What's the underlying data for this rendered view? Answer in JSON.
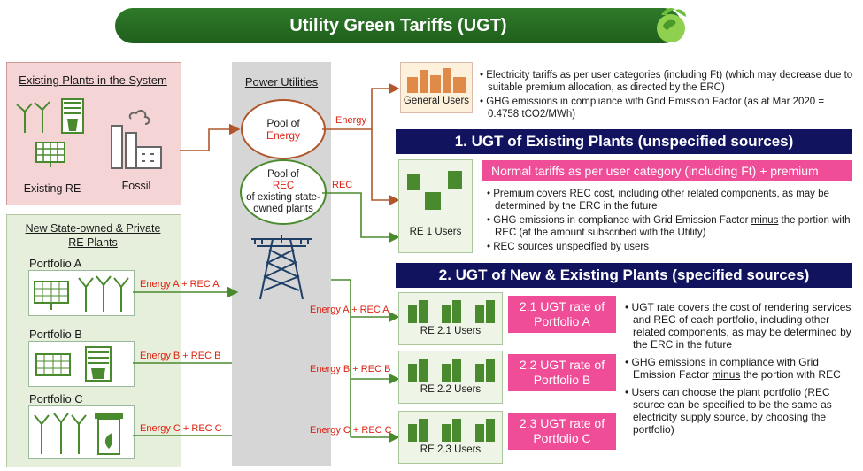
{
  "title": "Utility Green Tariffs (UGT)",
  "existing": {
    "heading": "Existing Plants in the System",
    "re_label": "Existing RE",
    "fossil_label": "Fossil"
  },
  "power_utilities": "Power Utilities",
  "pool_energy": {
    "line1": "Pool of",
    "line2": "Energy"
  },
  "pool_rec": {
    "line1": "Pool of",
    "line2": "REC",
    "line3": "of existing state-",
    "line4": "owned plants"
  },
  "flows": {
    "energy": "Energy",
    "rec": "REC",
    "a_in": "Energy A + REC A",
    "b_in": "Energy B + REC B",
    "c_in": "Energy C + REC C",
    "a_out": "Energy A + REC A",
    "b_out": "Energy B + REC B",
    "c_out": "Energy C + REC C"
  },
  "new_plants": {
    "heading_line1": "New State-owned & Private",
    "heading_line2": "RE Plants",
    "portfolio_a": "Portfolio A",
    "portfolio_b": "Portfolio B",
    "portfolio_c": "Portfolio C"
  },
  "general_users": {
    "label": "General Users",
    "bullet1": "Electricity tariffs as per user categories (including Ft) (which may decrease due to suitable premium allocation, as directed by the ERC)",
    "bullet2": "GHG emissions in compliance with Grid Emission Factor (as at Mar 2020 = 0.4758 tCO2/MWh)"
  },
  "section1": {
    "header": "1. UGT of Existing Plants (unspecified sources)",
    "pink": "Normal tariffs as per user category (including Ft) + premium",
    "users": "RE 1 Users",
    "bullet1": "Premium covers REC cost, including other related components, as may be determined by the ERC in the future",
    "bullet2_pre": "GHG emissions in compliance with Grid Emission Factor ",
    "bullet2_u": "minus",
    "bullet2_post": " the portion with REC (at the amount subscribed with the Utility)",
    "bullet3": "REC sources unspecified by users"
  },
  "section2": {
    "header": "2. UGT of New & Existing Plants (specified sources)",
    "users_a": "RE 2.1 Users",
    "users_b": "RE 2.2 Users",
    "users_c": "RE 2.3 Users",
    "rate_a": "2.1  UGT rate of Portfolio A",
    "rate_b": "2.2  UGT rate of Portfolio B",
    "rate_c": "2.3  UGT rate of Portfolio C",
    "bullet1": "UGT rate covers the cost of rendering services and REC of each portfolio, including other related components, as may be determined by the ERC in the future",
    "bullet2_pre": "GHG emissions in compliance with Grid Emission Factor ",
    "bullet2_u": "minus",
    "bullet2_post": " the portion with REC",
    "bullet3": "Users can choose the plant portfolio (REC source can be specified to be the same as electricity supply source, by choosing the portfolio)"
  },
  "colors": {
    "title_green": "#1f5f1c",
    "navy": "#12135e",
    "pink": "#ef4d97",
    "arrow_brown": "#b0562a",
    "arrow_green": "#4a8a2e",
    "flow_red": "#d21"
  }
}
